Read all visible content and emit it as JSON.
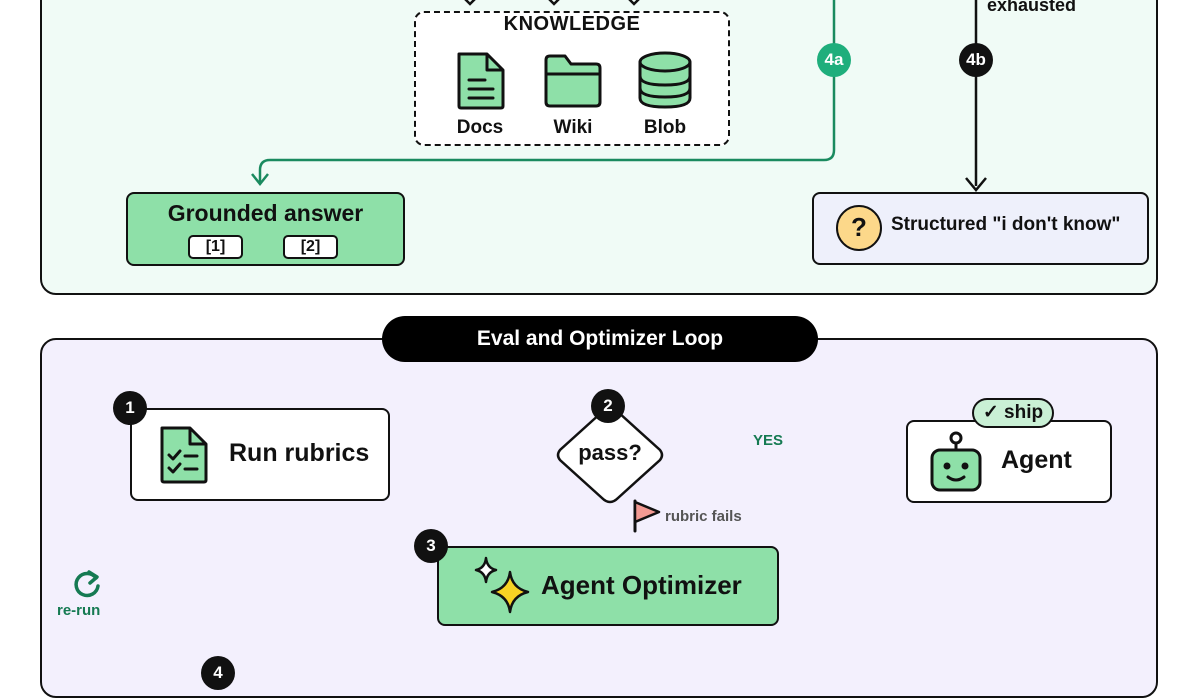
{
  "top_panel": {
    "exhausted_label": "exhausted",
    "knowledge": {
      "title": "KNOWLEDGE",
      "items": [
        {
          "label": "Docs",
          "icon": "document-icon"
        },
        {
          "label": "Wiki",
          "icon": "folder-icon"
        },
        {
          "label": "Blob",
          "icon": "database-icon"
        }
      ]
    },
    "step_4a": "4a",
    "step_4b": "4b",
    "grounded_answer": {
      "title": "Grounded answer",
      "citations": [
        "[1]",
        "[2]"
      ]
    },
    "unknown_answer": {
      "icon_text": "?",
      "text": "Structured \"i don't know\""
    }
  },
  "loop_panel": {
    "title": "Eval and Optimizer Loop",
    "steps": {
      "s1": "1",
      "s2": "2",
      "s3": "3",
      "s4": "4"
    },
    "run_rubrics": "Run rubrics",
    "decision": "pass?",
    "yes_label": "YES",
    "agent": "Agent",
    "ship_label": "✓ ship",
    "rubric_fails": "rubric fails",
    "optimizer": "Agent Optimizer",
    "rerun": "re-run"
  },
  "colors": {
    "green_fill": "#8ee0a8",
    "green_line": "#1a8a5f",
    "dark_badge": "#111111",
    "teal_badge": "#1fae7c",
    "fail_line": "#e06a5c",
    "top_panel_bg": "#f0fbf6",
    "bottom_panel_bg": "#f3f0fd",
    "unknown_bg": "#eef0fb",
    "question_bg": "#fcd88a"
  }
}
